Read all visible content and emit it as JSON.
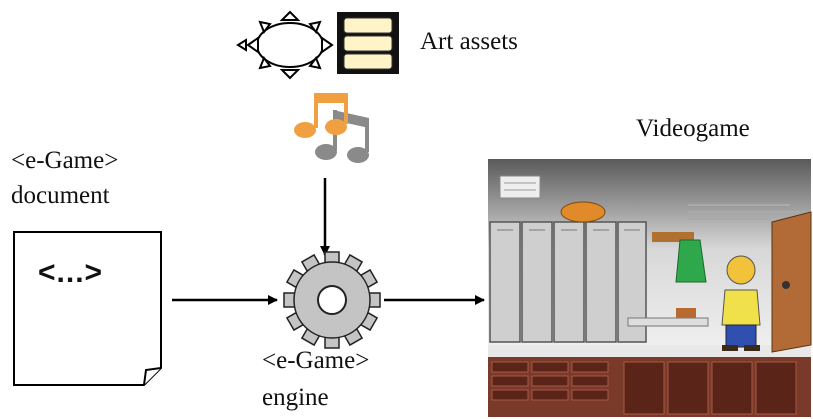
{
  "labels": {
    "art_assets": "Art assets",
    "videogame": "Videogame",
    "document_tag": "<e-Game>",
    "document_word": "document",
    "document_content": "<...>",
    "engine_tag": "<e-Game>",
    "engine_word": "engine"
  },
  "icons": {
    "sun": "sun-icon",
    "film": "film-strip-icon",
    "music": "music-notes-icon",
    "gear": "gear-icon",
    "doc": "document-icon"
  },
  "colors": {
    "note_orange": "#f0a040",
    "note_gray": "#8a8a8a",
    "film_fill": "#fff4c8",
    "gear_fill": "#bfbfbf",
    "arrow": "#000000"
  }
}
